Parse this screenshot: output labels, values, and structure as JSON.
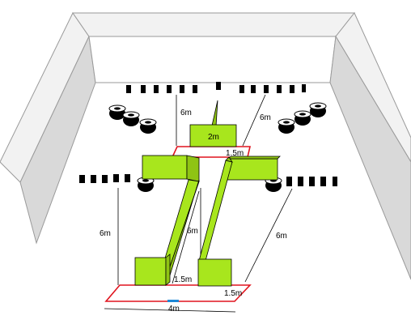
{
  "colors": {
    "obstacle": "#a8e61d",
    "obstacle_side": "#8fc414",
    "boundary": "#e0141e",
    "marker": "#1e88d6",
    "wall_top": "#f2f2f2",
    "wall_side": "#d9d9d9",
    "tire": "#000000"
  },
  "labels": {
    "top_left_6m": "6m",
    "top_right_6m": "6m",
    "center_2m": "2m",
    "upper_1_5m": "1.5m",
    "left_6m": "6m",
    "middle_6m": "6m",
    "right_6m": "6m",
    "lower_1_5m_inner": "1.5m",
    "lower_1_5m_outer": "1.5m",
    "bottom_4m": "4m"
  },
  "icons": {
    "tire": "tire-icon"
  }
}
